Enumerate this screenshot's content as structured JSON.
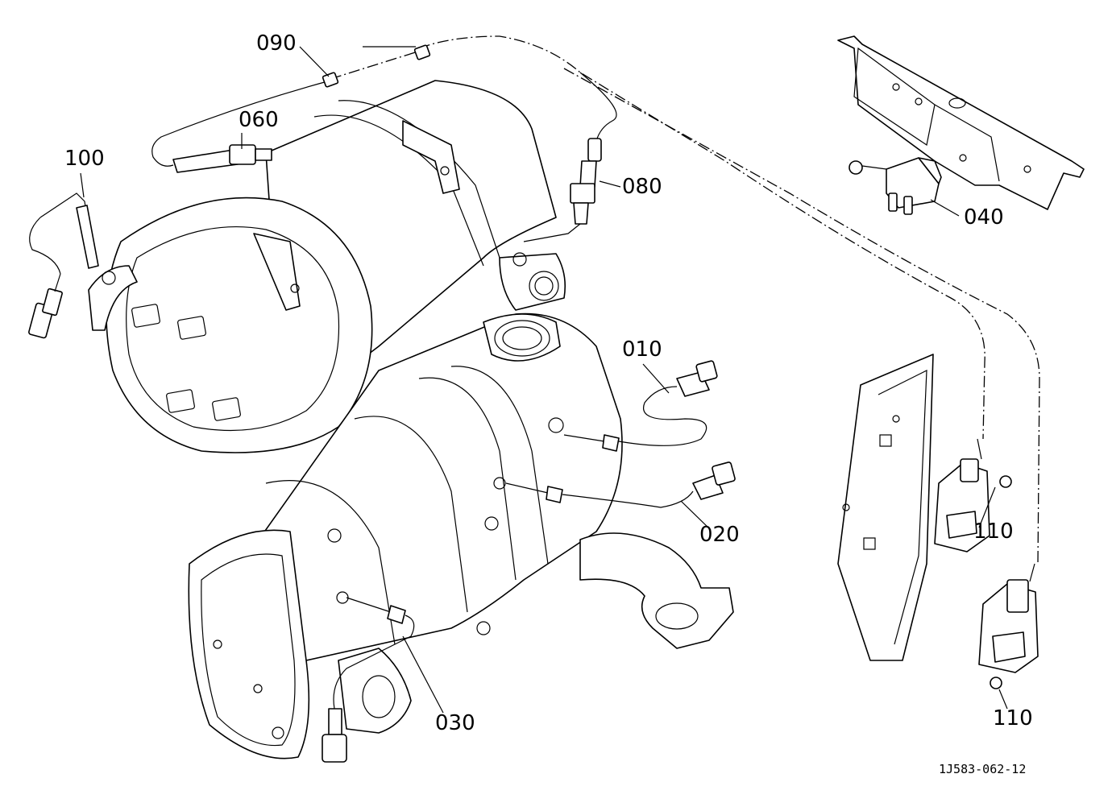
{
  "diagram": {
    "reference_code": "1J583-062-12",
    "callouts": {
      "c090": "090",
      "c060": "060",
      "c100": "100",
      "c080": "080",
      "c040": "040",
      "c010": "010",
      "c020": "020",
      "c030": "030",
      "c110a": "110",
      "c110b": "110"
    }
  }
}
